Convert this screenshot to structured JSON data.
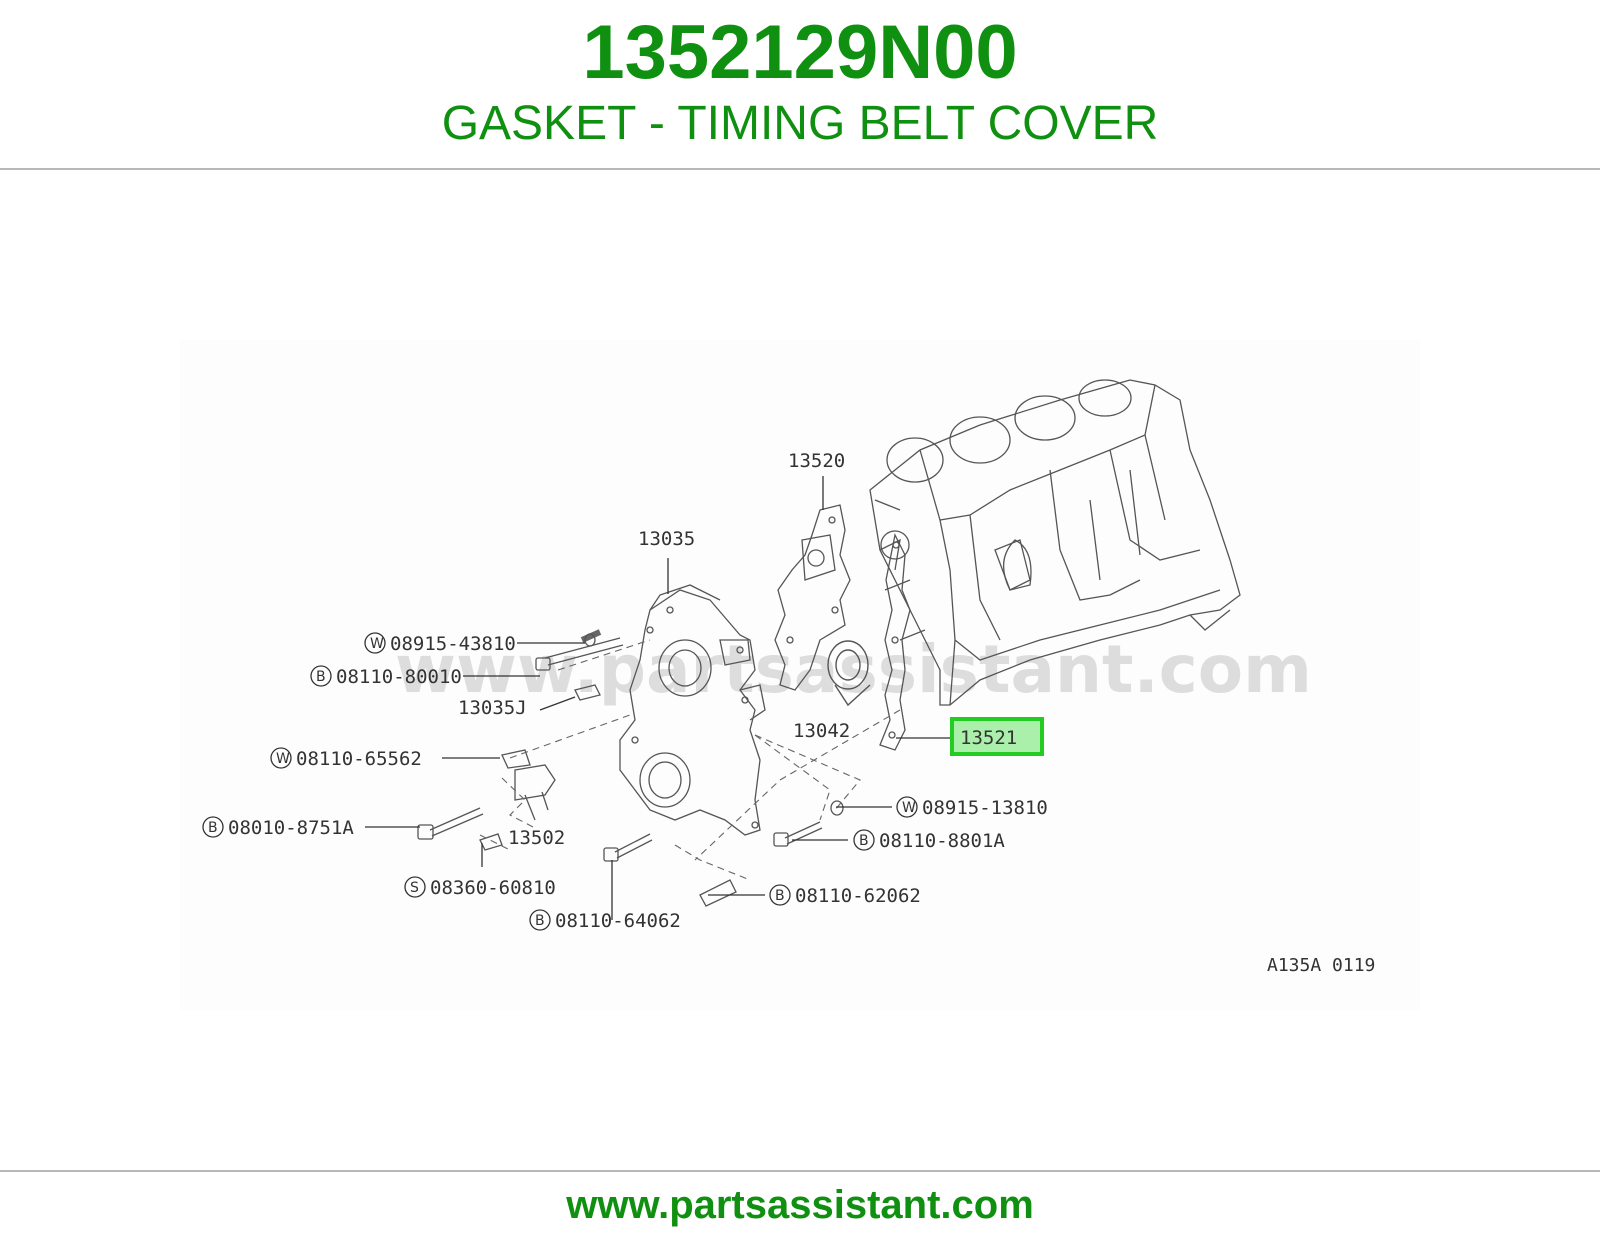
{
  "header": {
    "part_number": "1352129N00",
    "part_name": "GASKET - TIMING BELT COVER"
  },
  "diagram": {
    "watermark": "www.partsassistant.com",
    "figure_code": "A135A 0119",
    "highlight_color": "#22cc22",
    "highlight_fill": "#aaf0aa",
    "highlighted_label": "13521",
    "labels": {
      "p13520": "13520",
      "p13035": "13035",
      "p13035j": "13035J",
      "p13042": "13042",
      "p13502": "13502",
      "w08915_43810": "08915-43810",
      "b08110_80010": "08110-80010",
      "w08110_65562": "08110-65562",
      "b08010_8751a": "08010-8751A",
      "s08360_60810": "08360-60810",
      "b08110_64062": "08110-64062",
      "w08915_13810": "08915-13810",
      "b08110_8801a": "08110-8801A",
      "b08110_62062": "08110-62062"
    },
    "symbols": {
      "w": "W",
      "b": "B",
      "s": "S"
    }
  },
  "footer": {
    "url": "www.partsassistant.com"
  }
}
